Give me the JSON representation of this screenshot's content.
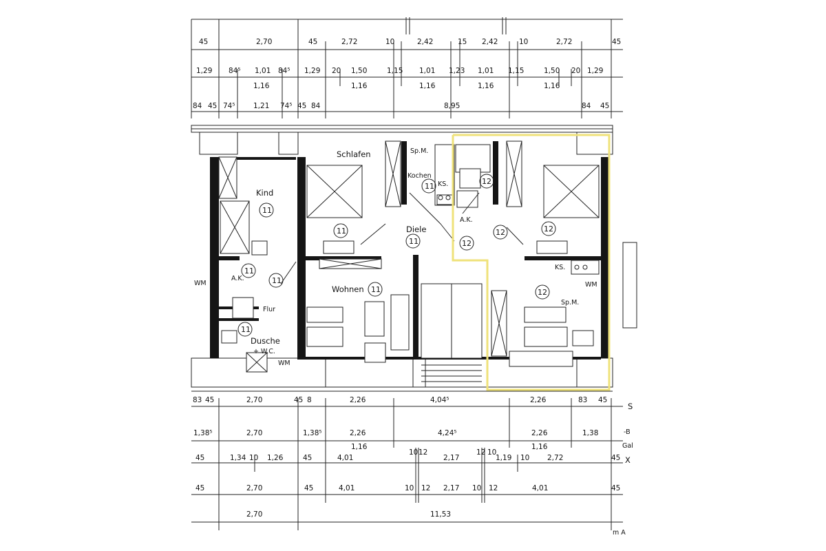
{
  "dimensions": {
    "top_row1": [
      "45",
      "2,70",
      "45",
      "2,72",
      "10",
      "2,42",
      "15",
      "2,42",
      "10",
      "2,72",
      "45"
    ],
    "top_row2": [
      "1,29",
      "84⁵",
      "1,01",
      "84⁵",
      "1,29",
      "20",
      "1,50",
      "1,15",
      "1,01",
      "1,23",
      "1,01",
      "1,15",
      "1,50",
      "20",
      "1,29"
    ],
    "top_row2_sub": [
      "1,16",
      "1,16",
      "1,16",
      "1,16",
      "1,16"
    ],
    "top_row3": [
      "84",
      "45",
      "74⁵",
      "1,21",
      "74⁵",
      "45",
      "84",
      "8,95",
      "84",
      "45"
    ],
    "bottom_row1": [
      "83",
      "45",
      "2,70",
      "45",
      "8",
      "2,26",
      "4,04⁵",
      "2,26",
      "83",
      "45"
    ],
    "bottom_row2": [
      "1,38⁵",
      "2,70",
      "1,38⁵",
      "2,26",
      "4,24⁵",
      "2,26",
      "1,38"
    ],
    "bottom_row2_sub": [
      "1,16",
      "1,16"
    ],
    "bottom_row3": [
      "45",
      "1,34",
      "10",
      "1,26",
      "45",
      "4,01",
      "10",
      "12",
      "2,17",
      "12",
      "10",
      "1,19",
      "10",
      "2,72",
      "45"
    ],
    "bottom_row4": [
      "45",
      "2,70",
      "45",
      "4,01",
      "10",
      "12",
      "2,17",
      "10",
      "12",
      "4,01",
      "45"
    ],
    "bottom_row5": [
      "2,70",
      "11,53"
    ]
  },
  "rooms": {
    "kind": "Kind",
    "schlafen": "Schlafen",
    "kochen": "Kochen",
    "diele": "Diele",
    "wohnen": "Wohnen",
    "dusche": "Dusche",
    "wc": "+ W.C.",
    "flur": "Flur",
    "ak_left": "A.K.",
    "ak_right": "A.K.",
    "wm_left": "WM",
    "wm_right": "WM",
    "wm_bottom": "WM",
    "spm_top": "Sp.M.",
    "spm_right": "Sp.M.",
    "ks_left": "KS.",
    "ks_right": "KS."
  },
  "unit_markers": {
    "kind": "11",
    "bedroom_left": "11",
    "kochen": "11",
    "diele": "11",
    "ak_left": "11",
    "flur": "11",
    "wohnen": "11",
    "dusche": "11",
    "kitchen_right": "12",
    "ak_right": "12",
    "hall_right": "12",
    "bedroom_right": "12",
    "living_right": "12"
  },
  "margin_text": {
    "stamp_fragments": [
      "S",
      "-B",
      "Gal",
      "X"
    ],
    "corner_note": "m A"
  },
  "colors": {
    "highlight": "#efe27a",
    "line": "#222222",
    "wall": "#151515"
  }
}
